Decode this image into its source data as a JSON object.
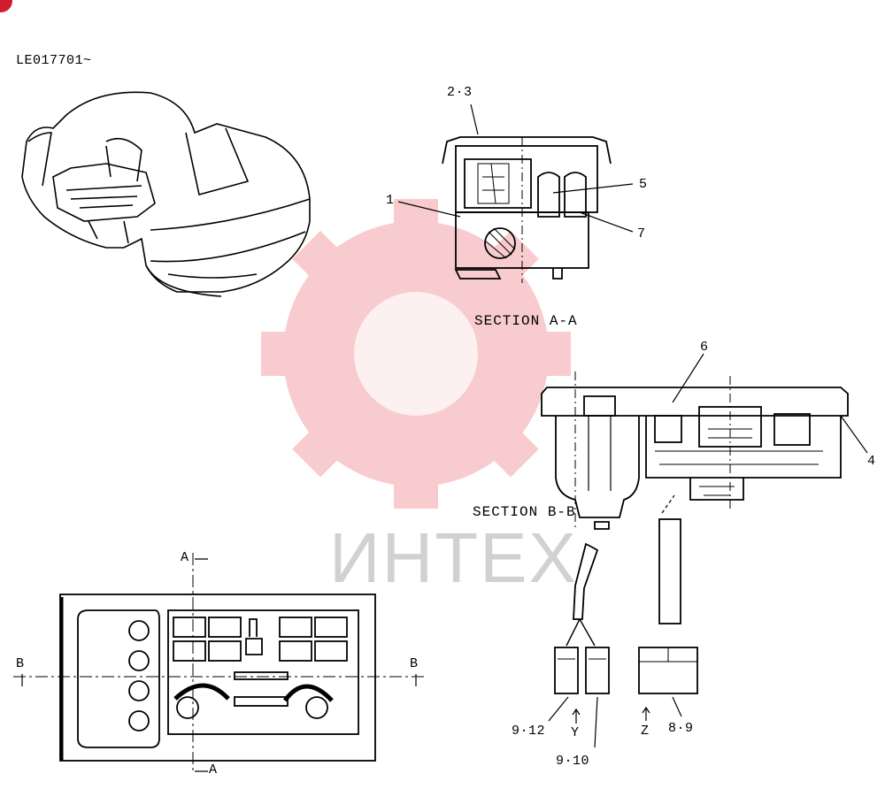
{
  "header": {
    "serial_note": "LE017701~"
  },
  "sections": {
    "a": "SECTION A-A",
    "b": "SECTION B-B"
  },
  "callouts": {
    "c23": "2·3",
    "c1": "1",
    "c5": "5",
    "c7": "7",
    "c6": "6",
    "c4": "4",
    "c912": "9·12",
    "c910": "9·10",
    "c89": "8·9",
    "y": "Y",
    "z": "Z"
  },
  "cut_marks": {
    "a_top": "A",
    "a_bottom": "A",
    "b_left": "B",
    "b_right": "B"
  },
  "watermark": {
    "text": "ИНТЕХ",
    "color": "#e94a52"
  },
  "colors": {
    "line": "#000000",
    "brand": "#d21c2c"
  }
}
